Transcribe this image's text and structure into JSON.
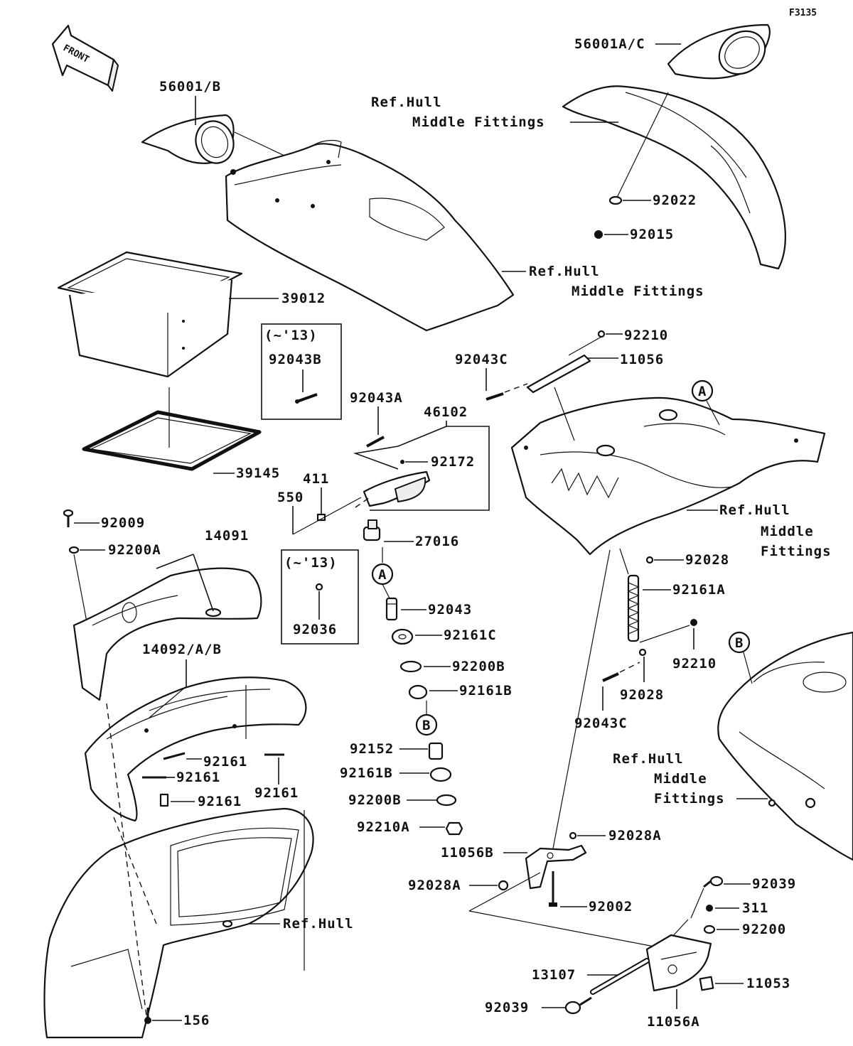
{
  "figure_code": "F3135",
  "front_arrow": "FRONT",
  "labels": {
    "p56001ac": "56001A/C",
    "p56001b": "56001/B",
    "refhull_mf_a_1": "Ref.Hull",
    "refhull_mf_a_2": "Middle Fittings",
    "refhull_mf_b_1": "Ref.Hull",
    "refhull_mf_b_2": "Middle Fittings",
    "refhull_mf_c_1": "Ref.Hull",
    "refhull_mf_c_2": "Middle",
    "refhull_mf_c_3": "Fittings",
    "refhull_mf_d_1": "Ref.Hull",
    "refhull_mf_d_2": "Middle",
    "refhull_mf_d_3": "Fittings",
    "refhull": "Ref.Hull",
    "p92022": "92022",
    "p92015": "92015",
    "p39012": "39012",
    "p39145": "39145",
    "box1_title": "(~'13)",
    "p92043b": "92043B",
    "box2_title": "(~'13)",
    "p92036": "92036",
    "p92043a": "92043A",
    "p46102": "46102",
    "p92172": "92172",
    "p411": "411",
    "p550": "550",
    "p27016": "27016",
    "p92210_top": "92210",
    "p11056": "11056",
    "p92043c_top": "92043C",
    "p92009": "92009",
    "p92200a": "92200A",
    "p14091": "14091",
    "p14092ab": "14092/A/B",
    "p92161_1": "92161",
    "p92161_2": "92161",
    "p92161_3": "92161",
    "p92161_4": "92161",
    "p92043": "92043",
    "p92161c": "92161C",
    "p92200b_1": "92200B",
    "p92161b_1": "92161B",
    "p92152": "92152",
    "p92161b_2": "92161B",
    "p92200b_2": "92200B",
    "p92210a": "92210A",
    "p92028_1": "92028",
    "p92161a": "92161A",
    "p92210_mid": "92210",
    "p92028_2": "92028",
    "p92043c_mid": "92043C",
    "p92028a_1": "92028A",
    "p11056b": "11056B",
    "p92028a_2": "92028A",
    "p92002": "92002",
    "p92039_1": "92039",
    "p311": "311",
    "p92200": "92200",
    "p13107": "13107",
    "p11053": "11053",
    "p92039_2": "92039",
    "p11056a": "11056A",
    "p156": "156"
  },
  "callouts": {
    "a": "A",
    "b": "B"
  }
}
